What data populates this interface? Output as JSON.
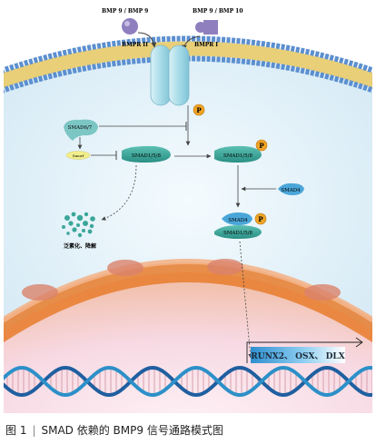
{
  "diagram": {
    "ligand_left": "BMP 9 / BMP 9",
    "ligand_right": "BMP 9 / BMP 10",
    "receptor_left": "BMPR II",
    "receptor_right": "BMPR I",
    "phospho": "P",
    "smad67": "SMAD6/7",
    "smurf": "Smurf",
    "smad158": "SMAD1/5/8",
    "smad158_phos": "SMAD1/5/8",
    "smad4": "SMAD4",
    "complex_top": "SMAD4",
    "complex_bottom": "SMAD1/5/8",
    "degradation": "泛素化、降解",
    "targets": "RUNX2、 OSX、 DLX"
  },
  "caption": {
    "label": "图 1",
    "separator": "|",
    "text": "SMAD 依赖的 BMP9 信号通路模式图"
  },
  "colors": {
    "background_top": "#ffffff",
    "cytoplasm": "#d8ecf7",
    "membrane_heads": "#5b8fd0",
    "membrane_tails": "#e8cf78",
    "receptor": "#a8dbe8",
    "smad": "#3aa69a",
    "smad67": "#7cc6c4",
    "smurf": "#f2ee8a",
    "phospho": "#f0a424",
    "ligand": "#8f7fbf",
    "nucleus": "#f0a47a",
    "nucleus_ring": "#e87b2c",
    "dna_dark": "#1f5fa0",
    "dna_light": "#2d90c8",
    "target_box": "#3a9fd8"
  }
}
